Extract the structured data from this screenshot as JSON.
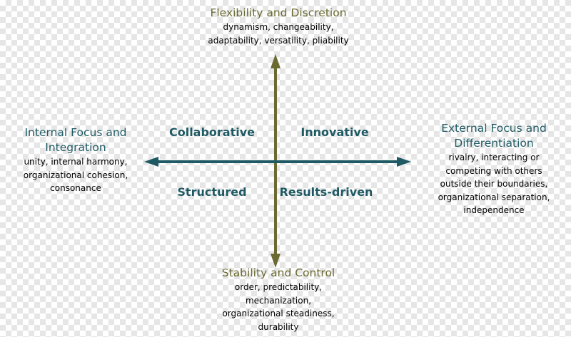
{
  "colors": {
    "vertical_axis": "#6b6a32",
    "horizontal_axis": "#1f5a64",
    "heading_olive": "#6b6a32",
    "heading_teal": "#1f5a64"
  },
  "top": {
    "title": "Flexibility and Discretion",
    "lines": [
      "dynamism, changeability,",
      "adaptability, versatility, pliability"
    ]
  },
  "bottom": {
    "title": "Stability and Control",
    "lines": [
      "order, predictability,",
      "mechanization,",
      "organizational steadiness,",
      "durability"
    ]
  },
  "left": {
    "title_lines": [
      "Internal Focus and",
      "Integration"
    ],
    "lines": [
      "unity, internal harmony,",
      "organizational cohesion,",
      "consonance"
    ]
  },
  "right": {
    "title_lines": [
      "External Focus and",
      "Differentiation"
    ],
    "lines": [
      "rivalry, interacting or",
      "competing with others",
      "outside their boundaries,",
      "organizational separation,",
      "independence"
    ]
  },
  "quadrants": {
    "top_left": "Collaborative",
    "top_right": "Innovative",
    "bottom_left": "Structured",
    "bottom_right": "Results-driven"
  }
}
